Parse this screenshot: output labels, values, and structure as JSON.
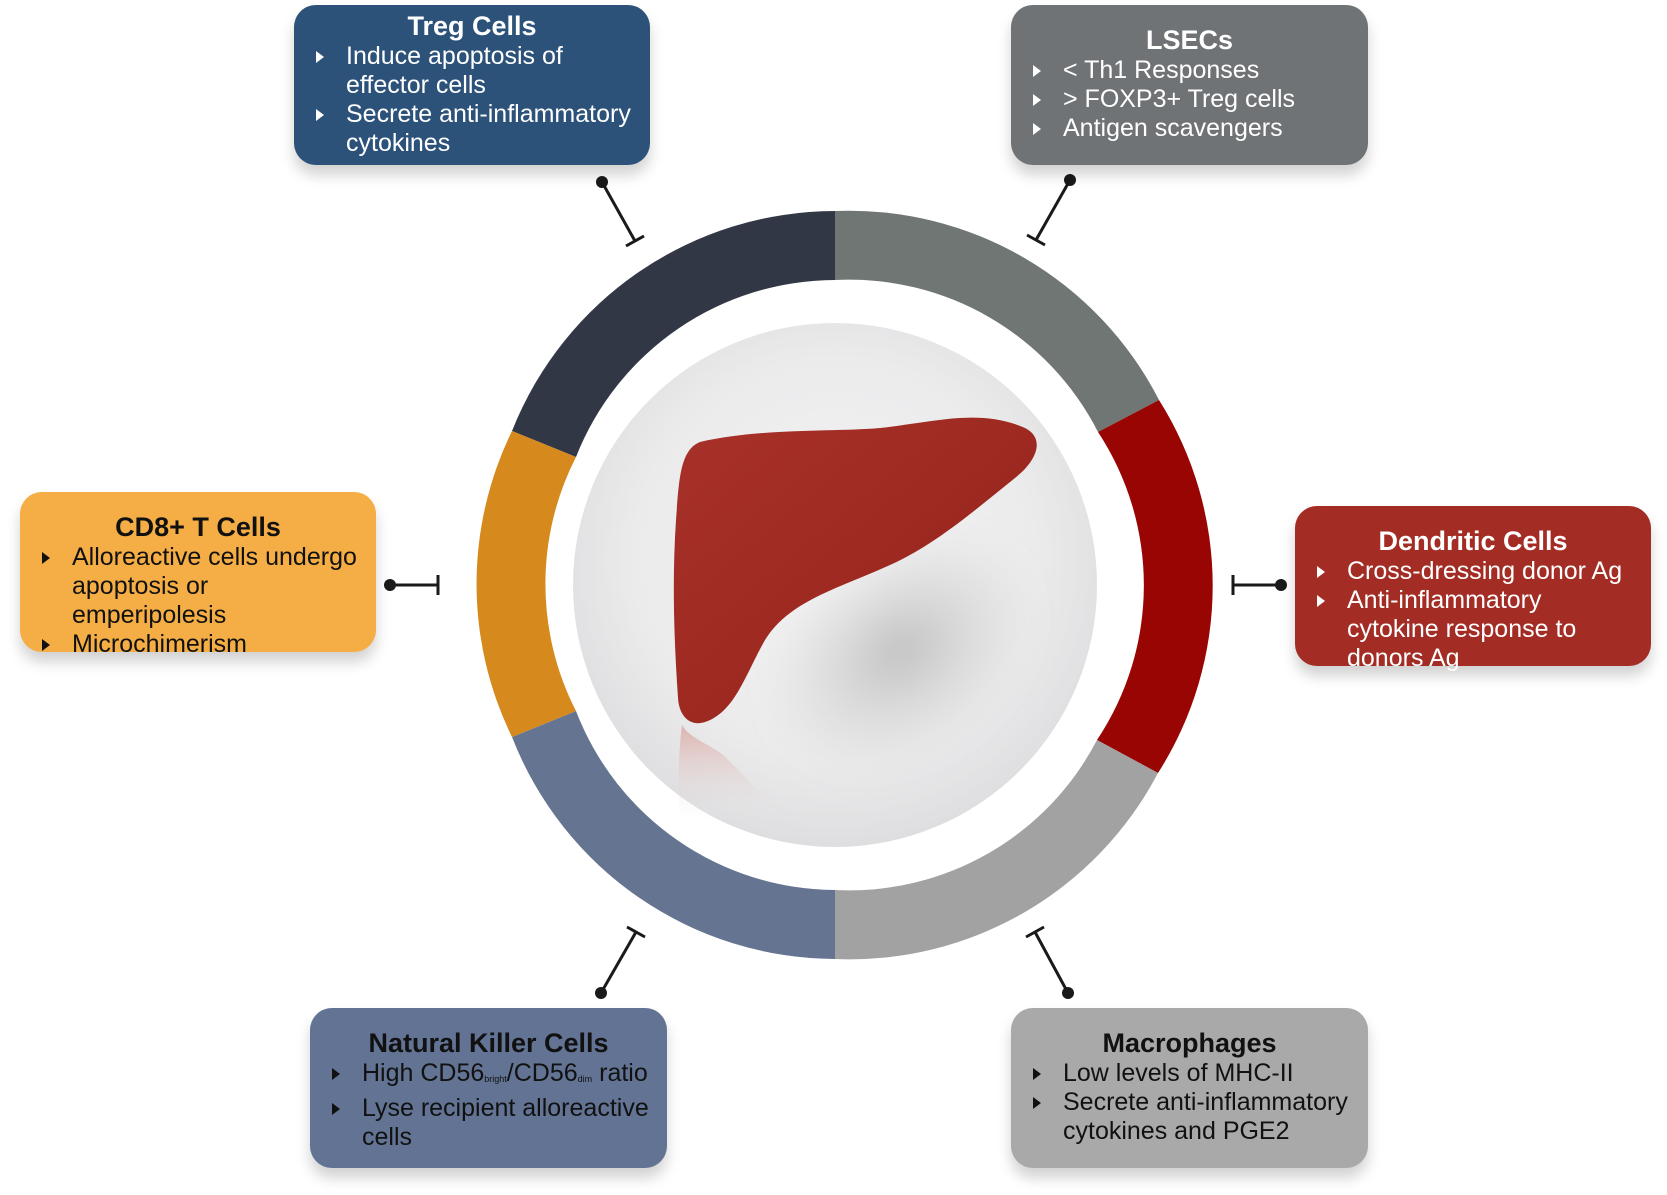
{
  "colors": {
    "treg": "#2c5279",
    "lsec": "#6f7376",
    "cd8": "#f5ae45",
    "dendritic": "#a32d25",
    "nk": "#627394",
    "macrophage": "#a9a9a9",
    "ring_treg": "#323746",
    "ring_lsec": "#6f7673",
    "ring_dendritic": "#990503",
    "ring_macrophage": "#a2a2a2",
    "ring_nk": "#657591",
    "ring_cd8": "#d6891d",
    "liver": "#a23024"
  },
  "boxes": {
    "treg": {
      "title": "Treg Cells",
      "items": [
        "Induce apoptosis of effector cells",
        "Secrete anti-inflammatory cytokines"
      ]
    },
    "lsec": {
      "title": "LSECs",
      "items": [
        "< Th1 Responses",
        "> FOXP3+ Treg cells",
        "Antigen scavengers"
      ]
    },
    "cd8": {
      "title": "CD8+ T Cells",
      "items": [
        "Alloreactive cells undergo apoptosis or emperipolesis",
        "Microchimerism"
      ]
    },
    "dendritic": {
      "title": "Dendritic Cells",
      "items": [
        "Cross-dressing donor Ag",
        "Anti-inflammatory cytokine response to donors Ag"
      ]
    },
    "nk": {
      "title": "Natural Killer Cells",
      "item1": {
        "prefix": "High CD56",
        "sub1": "bright",
        "mid": "/CD56",
        "sub2": "dim",
        "suffix": " ratio"
      },
      "item2": "Lyse recipient alloreactive cells"
    },
    "macrophage": {
      "title": "Macrophages",
      "items": [
        "Low levels of MHC-II",
        "Secrete anti-inflammatory cytokines and PGE2"
      ]
    }
  }
}
